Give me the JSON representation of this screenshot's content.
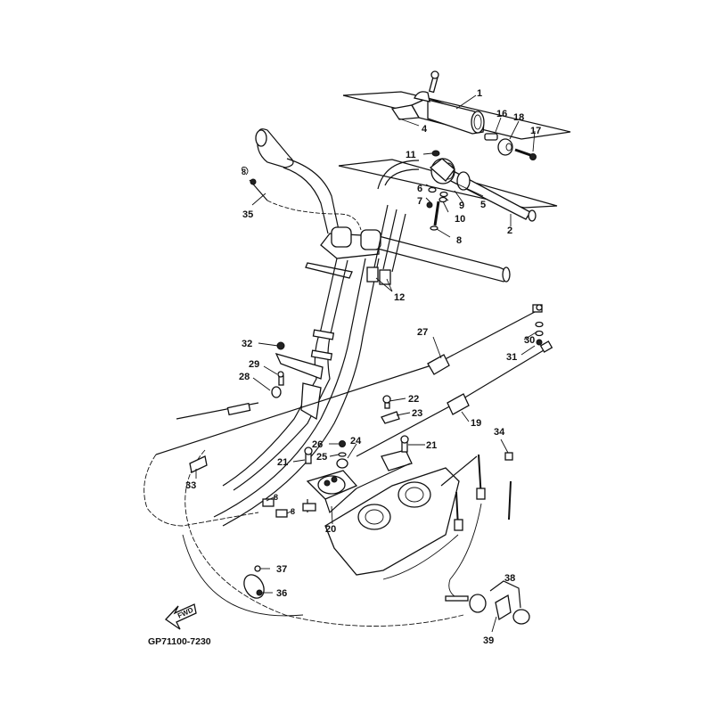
{
  "diagram": {
    "title": "Steering / handlebar & cable assembly exploded view",
    "drawing_code": "GP71100-7230",
    "direction_marker": "FWD",
    "callouts": [
      {
        "id": "c1",
        "label": "1",
        "part": "grip-throttle-housing"
      },
      {
        "id": "c2",
        "label": "2",
        "part": "handlebar-grip-tube"
      },
      {
        "id": "c4",
        "label": "4",
        "part": "clip"
      },
      {
        "id": "c5",
        "label": "5",
        "part": "collar"
      },
      {
        "id": "c6",
        "label": "6",
        "part": "washer"
      },
      {
        "id": "c7",
        "label": "7",
        "part": "screw"
      },
      {
        "id": "c8a",
        "label": "8",
        "part": "bolt"
      },
      {
        "id": "c8b",
        "label": "8",
        "part": "nut"
      },
      {
        "id": "c8c",
        "label": "8",
        "part": "nut"
      },
      {
        "id": "c8d",
        "label": "8",
        "part": "nut"
      },
      {
        "id": "c9",
        "label": "9",
        "part": "washer"
      },
      {
        "id": "c10",
        "label": "10",
        "part": "washer"
      },
      {
        "id": "c11",
        "label": "11",
        "part": "nut"
      },
      {
        "id": "c12",
        "label": "12",
        "part": "cable-adjuster"
      },
      {
        "id": "c16",
        "label": "16",
        "part": "pin"
      },
      {
        "id": "c17",
        "label": "17",
        "part": "screw"
      },
      {
        "id": "c18",
        "label": "18",
        "part": "grip-end-cap"
      },
      {
        "id": "c19",
        "label": "19",
        "part": "choke-cable"
      },
      {
        "id": "c20",
        "label": "20",
        "part": "cable-bracket-lever"
      },
      {
        "id": "c21a",
        "label": "21",
        "part": "bolt"
      },
      {
        "id": "c21b",
        "label": "21",
        "part": "bolt"
      },
      {
        "id": "c22",
        "label": "22",
        "part": "screw"
      },
      {
        "id": "c23",
        "label": "23",
        "part": "cable-clamp"
      },
      {
        "id": "c24",
        "label": "24",
        "part": "joint"
      },
      {
        "id": "c25",
        "label": "25",
        "part": "washer"
      },
      {
        "id": "c26",
        "label": "26",
        "part": "nut"
      },
      {
        "id": "c27",
        "label": "27",
        "part": "throttle-cable"
      },
      {
        "id": "c28",
        "label": "28",
        "part": "cable-joint"
      },
      {
        "id": "c29",
        "label": "29",
        "part": "bolt"
      },
      {
        "id": "c30",
        "label": "30",
        "part": "washers"
      },
      {
        "id": "c31",
        "label": "31",
        "part": "nut"
      },
      {
        "id": "c32",
        "label": "32",
        "part": "nut"
      },
      {
        "id": "c33",
        "label": "33",
        "part": "cable-holder"
      },
      {
        "id": "c34",
        "label": "34",
        "part": "cable-tie"
      },
      {
        "id": "c35",
        "label": "35",
        "part": "cable-end"
      },
      {
        "id": "c36",
        "label": "36",
        "part": "band"
      },
      {
        "id": "c37",
        "label": "37",
        "part": "screw"
      },
      {
        "id": "c38",
        "label": "38",
        "part": "choke-knob-set"
      },
      {
        "id": "c39",
        "label": "39",
        "part": "plate"
      }
    ]
  }
}
